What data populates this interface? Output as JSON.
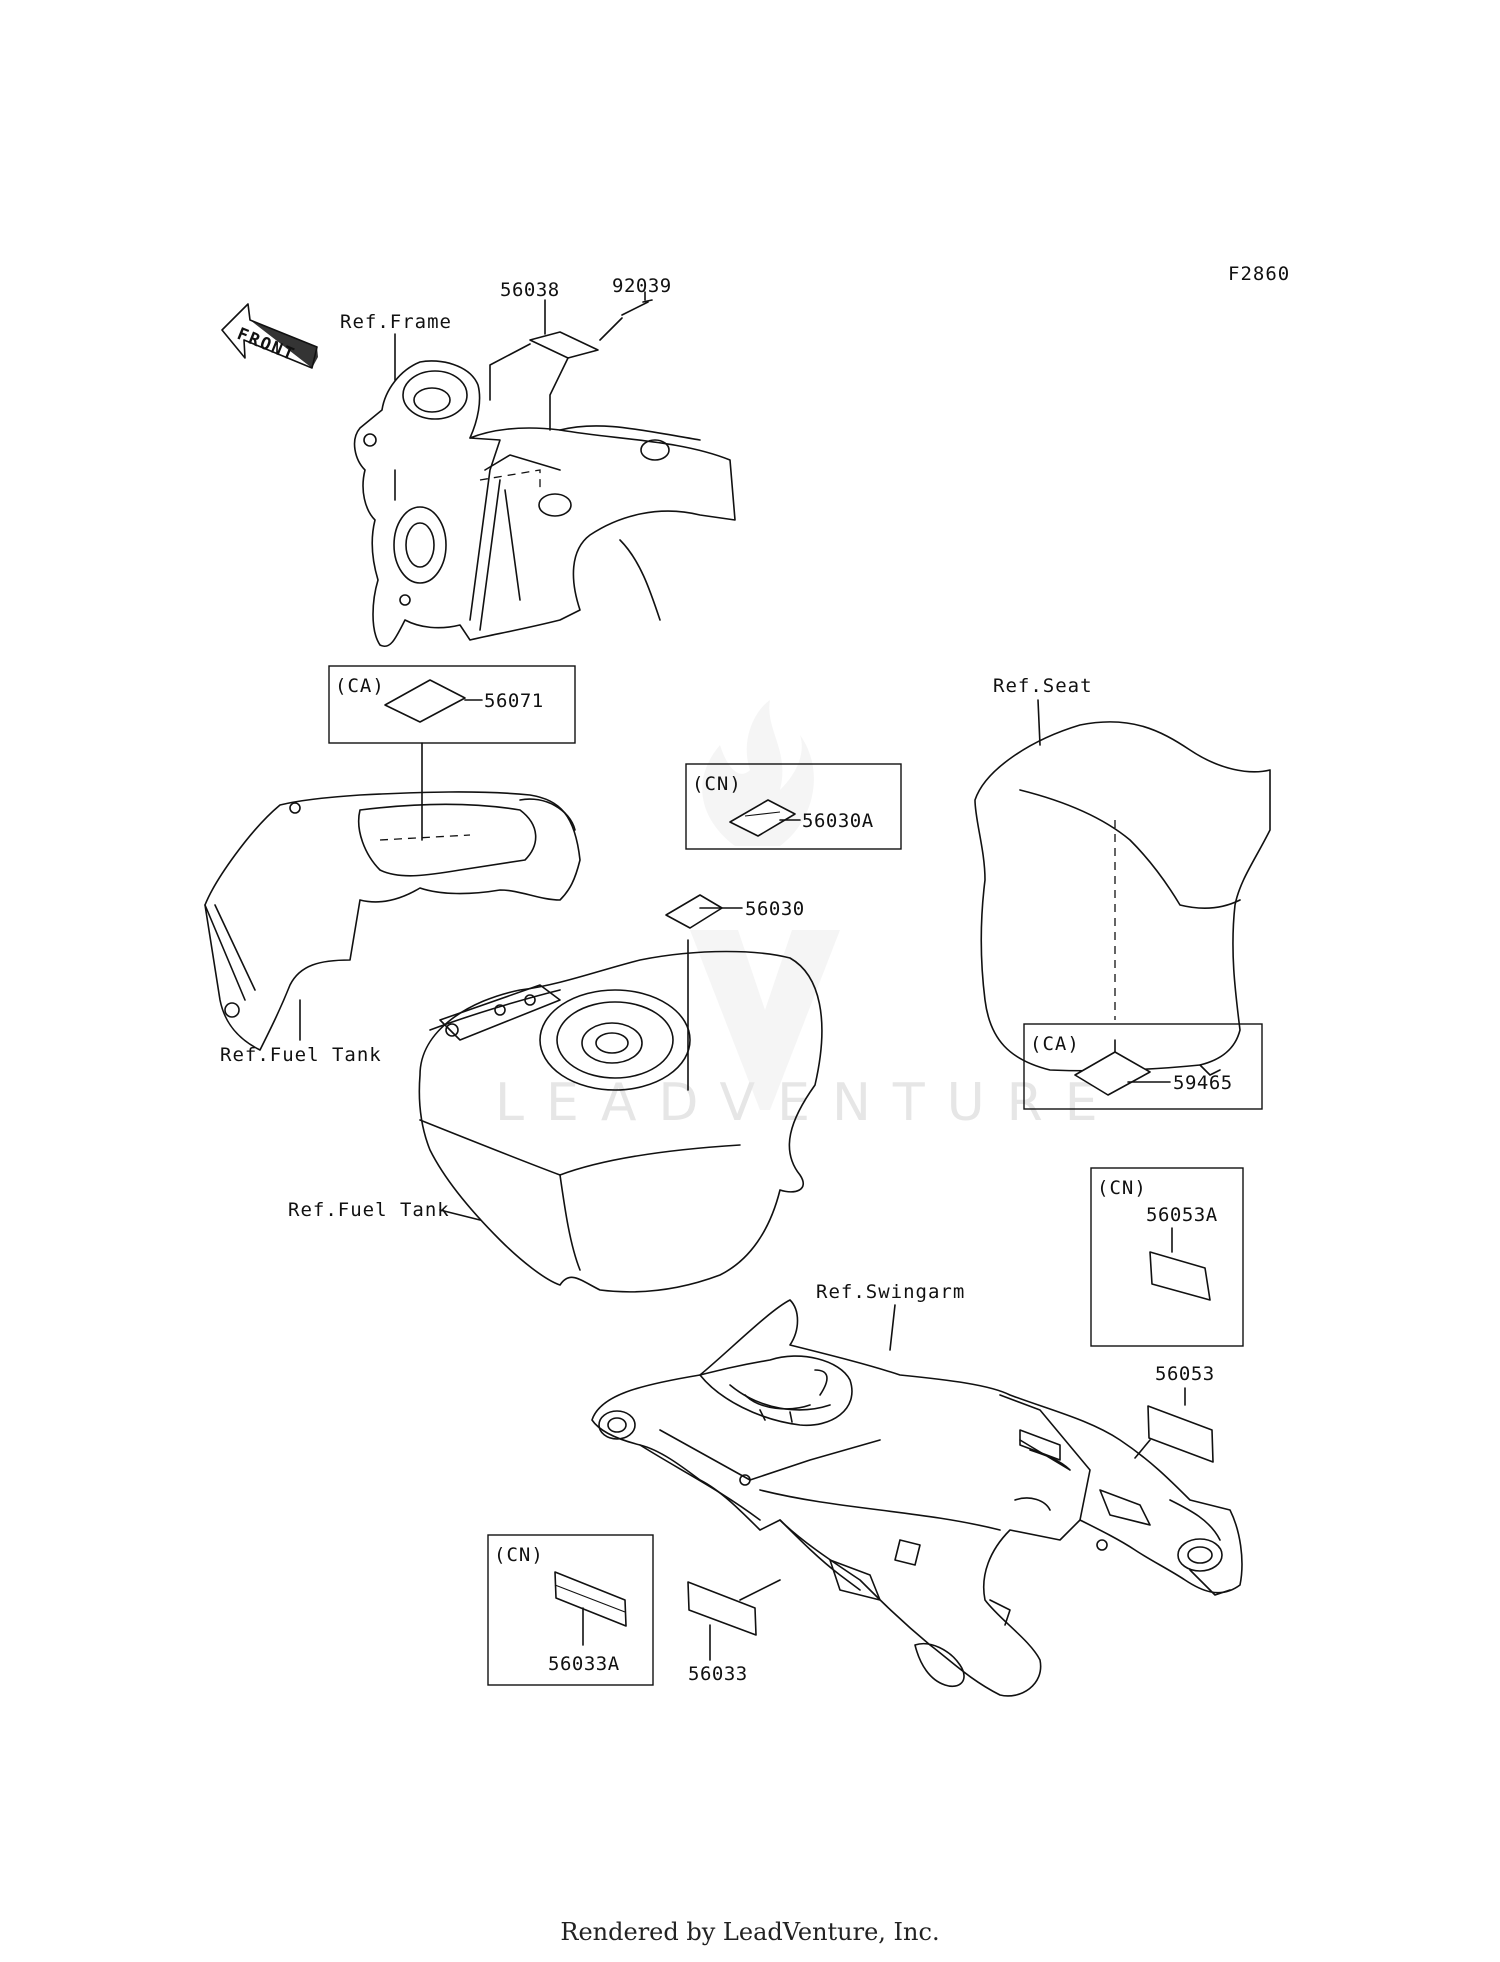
{
  "figure_code": "F2860",
  "watermark": "LEADVENTURE",
  "footer": "Rendered by LeadVenture, Inc.",
  "front_arrow": "FRONT",
  "refs": {
    "frame": "Ref.Frame",
    "seat": "Ref.Seat",
    "fuel_tank_upper": "Ref.Fuel Tank",
    "fuel_tank_lower": "Ref.Fuel Tank",
    "swingarm": "Ref.Swingarm"
  },
  "regions": {
    "ca": "(CA)",
    "cn": "(CN)"
  },
  "parts": {
    "p56038": "56038",
    "p92039": "92039",
    "p56071": "56071",
    "p56030A": "56030A",
    "p56030": "56030",
    "p59465": "59465",
    "p56053A": "56053A",
    "p56053": "56053",
    "p56033A": "56033A",
    "p56033": "56033"
  }
}
